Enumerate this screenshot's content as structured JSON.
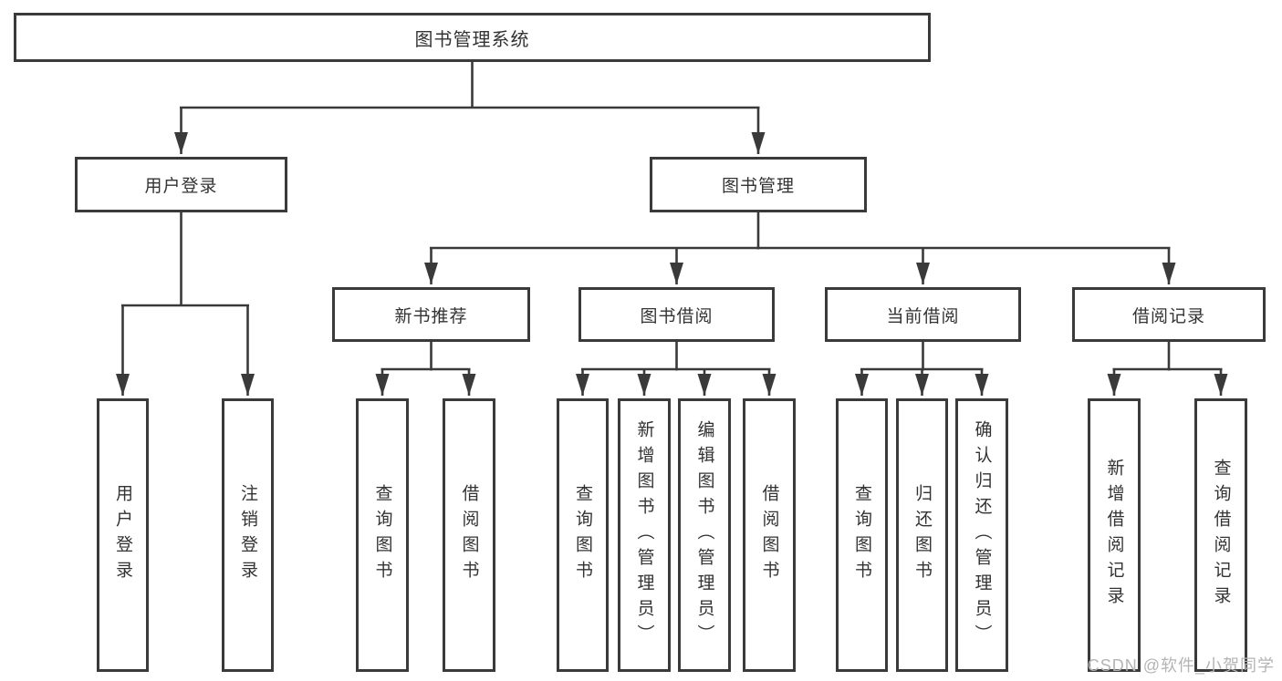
{
  "nodes": {
    "root": "图书管理系统",
    "user_login": "用户登录",
    "book_mgmt": "图书管理",
    "new_books": "新书推荐",
    "book_borrow": "图书借阅",
    "current_borrow": "当前借阅",
    "borrow_records": "借阅记录"
  },
  "leaves": {
    "user_login": [
      "用户登录",
      "注销登录"
    ],
    "new_books": [
      "查询图书",
      "借阅图书"
    ],
    "book_borrow": [
      "查询图书",
      "新增图书（管理员）",
      "编辑图书（管理员）",
      "借阅图书"
    ],
    "current_borrow": [
      "查询图书",
      "归还图书",
      "确认归还（管理员）"
    ],
    "borrow_records": [
      "新增借阅记录",
      "查询借阅记录"
    ]
  },
  "watermark": "CSDN @软件_小贺同学",
  "colors": {
    "line": "#3a3a3a",
    "text": "#333333",
    "watermark": "#b4b4b4",
    "background": "#ffffff"
  }
}
